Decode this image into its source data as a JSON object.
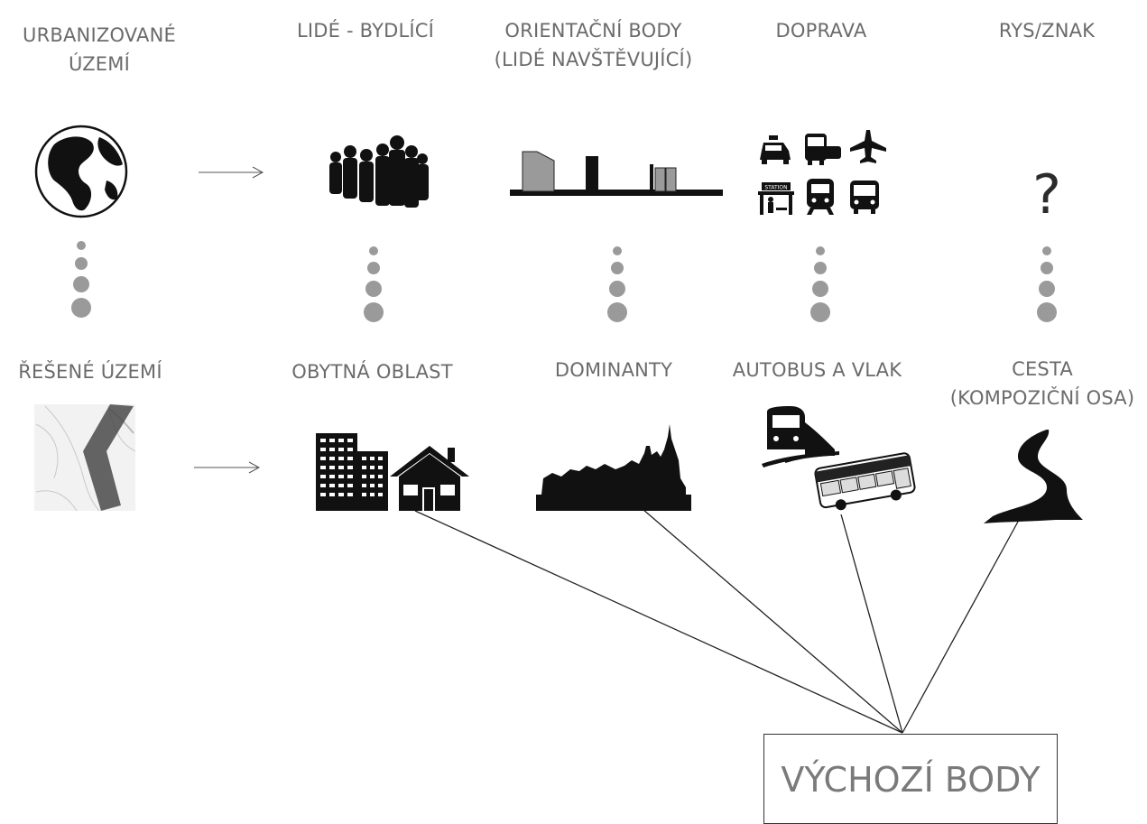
{
  "top_row": [
    {
      "id": "urbanized",
      "lines": [
        "URBANIZOVANÉ",
        "ÚZEMÍ"
      ]
    },
    {
      "id": "people",
      "lines": [
        "LIDÉ - BYDLÍCÍ"
      ]
    },
    {
      "id": "landmarks",
      "lines": [
        "ORIENTAČNÍ BODY",
        "(LIDÉ NAVŠTĚVUJÍCÍ)"
      ]
    },
    {
      "id": "transport",
      "lines": [
        "DOPRAVA"
      ]
    },
    {
      "id": "feature",
      "lines": [
        "RYS/ZNAK"
      ]
    }
  ],
  "bottom_row": [
    {
      "id": "solved",
      "lines": [
        "ŘEŠENÉ ÚZEMÍ"
      ]
    },
    {
      "id": "residential",
      "lines": [
        "OBYTNÁ OBLAST"
      ]
    },
    {
      "id": "dominants",
      "lines": [
        "DOMINANTY"
      ]
    },
    {
      "id": "busTrain",
      "lines": [
        "AUTOBUS A VLAK"
      ]
    },
    {
      "id": "path",
      "lines": [
        "CESTA",
        "(KOMPOZIČNÍ OSA)"
      ]
    }
  ],
  "question_mark": "?",
  "station_sign": "STATION",
  "start_box": "VÝCHOZÍ BODY",
  "colors": {
    "text": "#6b6b6b",
    "icon": "#111111",
    "dot": "#9a9a9a",
    "line": "#222222"
  },
  "icons": [
    "globe-icon",
    "crowd-icon",
    "skyline-icon",
    "transport-icons",
    "question-icon",
    "map-thumbnail",
    "buildings-house-icon",
    "town-silhouette-icon",
    "train-bus-icon",
    "road-icon"
  ]
}
